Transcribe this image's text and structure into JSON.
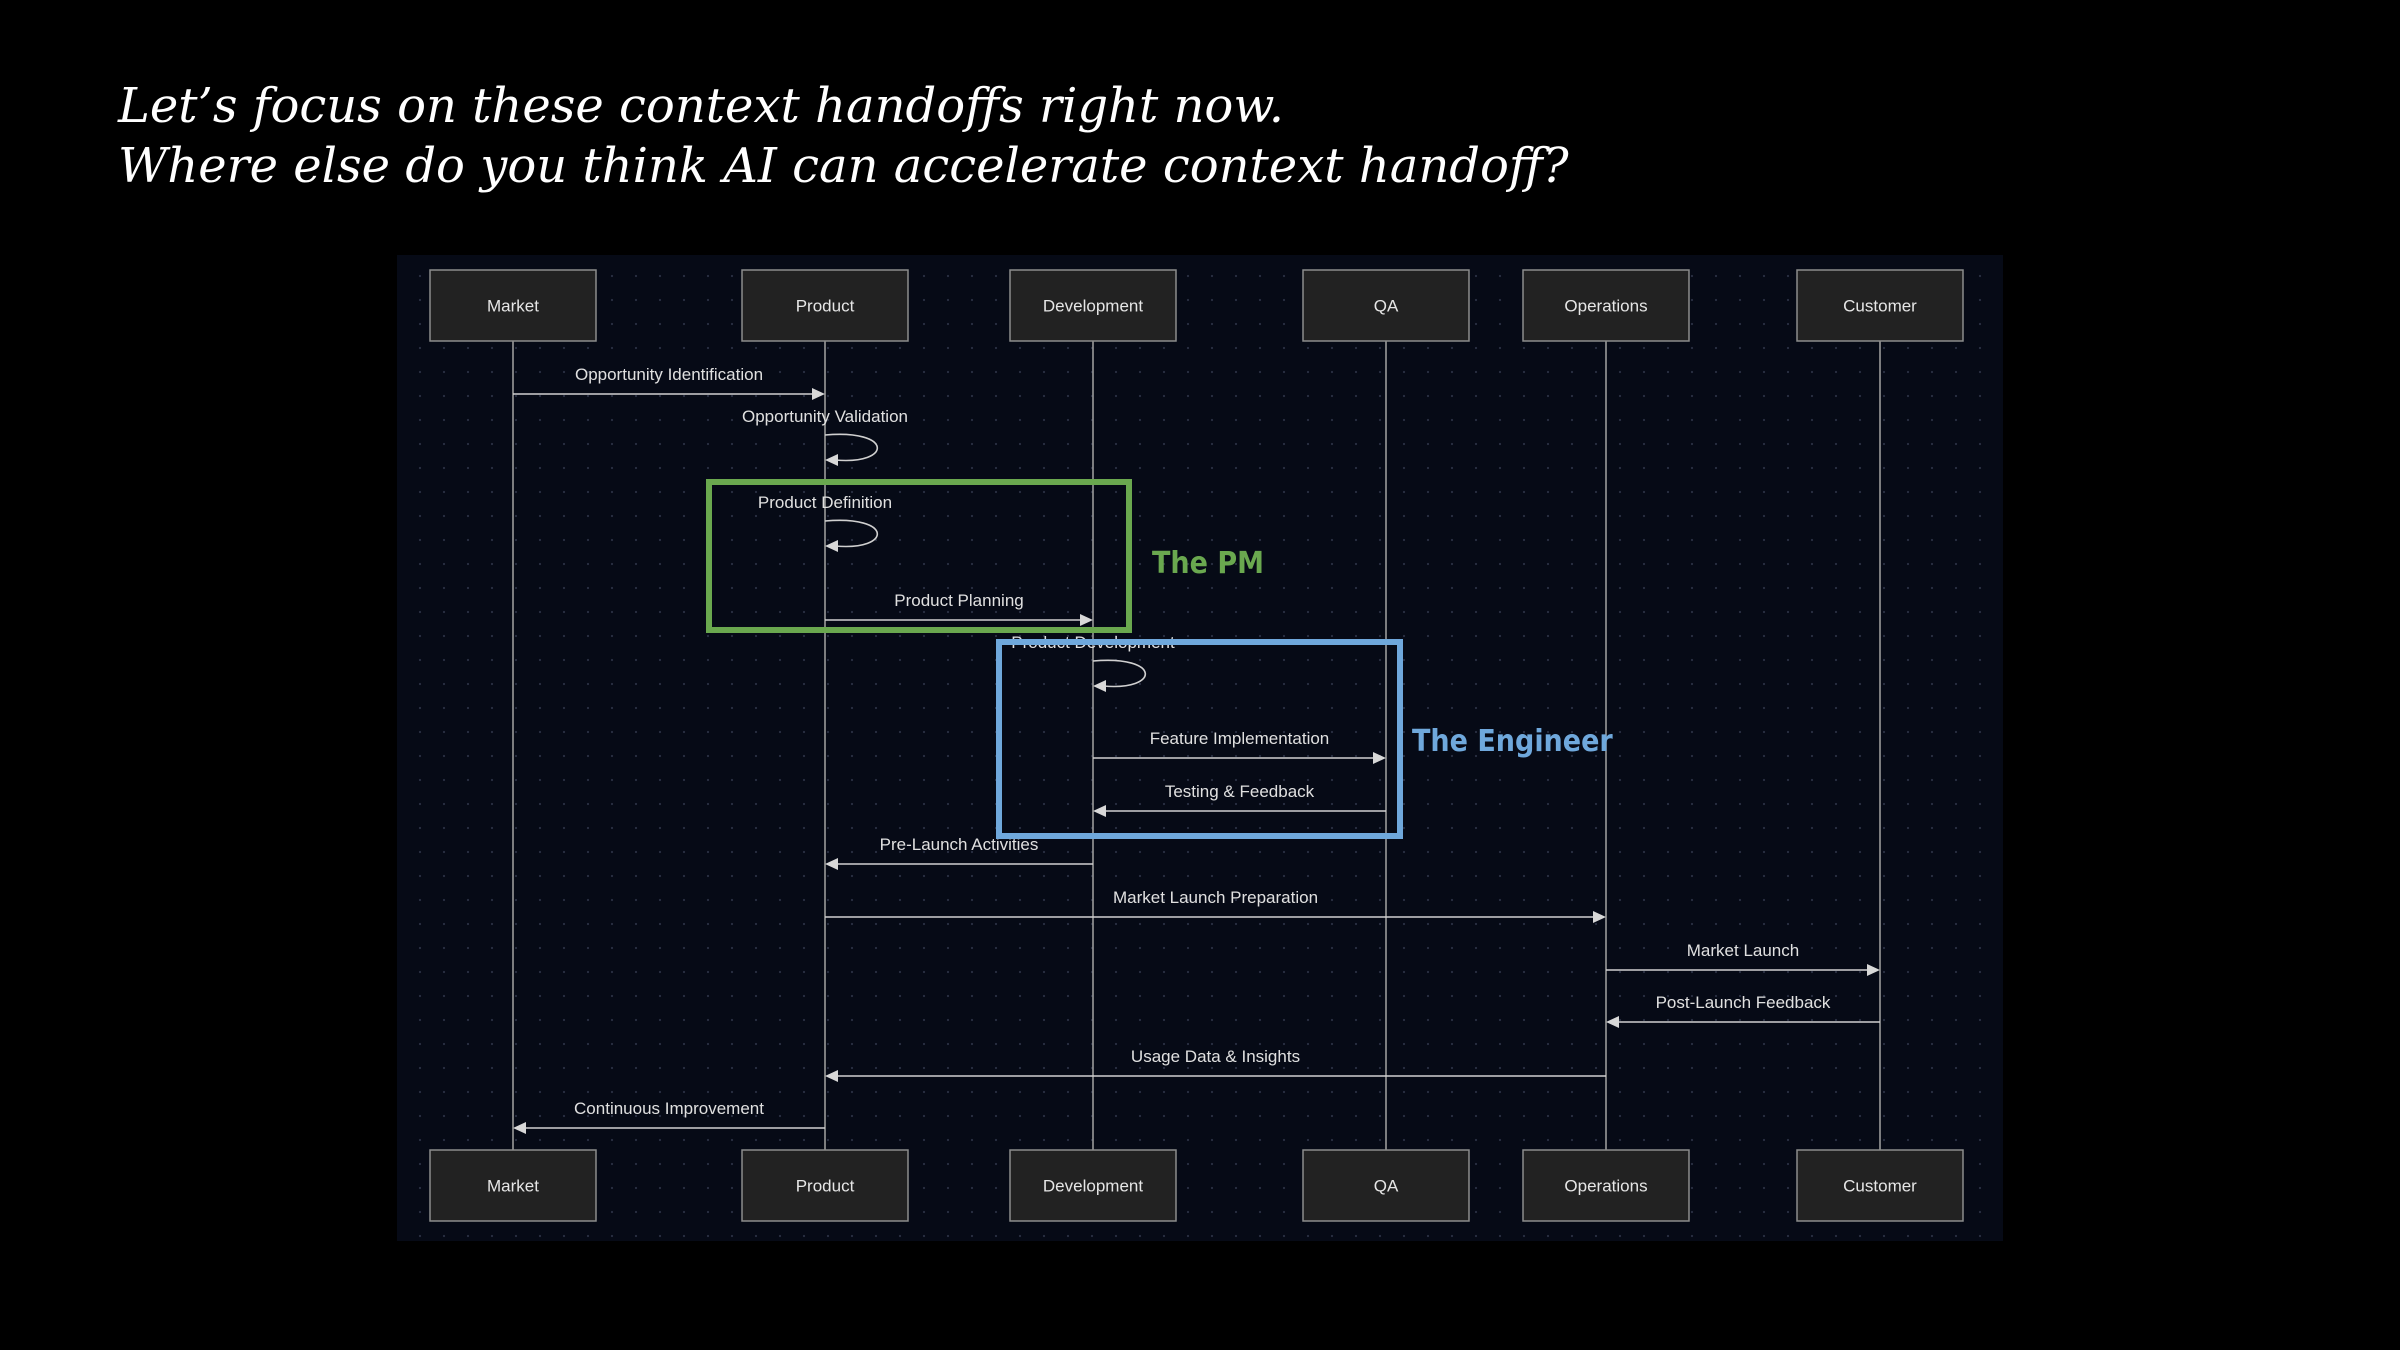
{
  "slide": {
    "title_line1": "Let’s focus on these context handoffs right now.",
    "title_line2": "Where else do you think AI can accelerate context handoff?"
  },
  "colors": {
    "background": "#000000",
    "panel": "#060a16",
    "pm_highlight": "#6aa84f",
    "engineer_highlight": "#6fa8dc"
  },
  "diagram": {
    "actors": [
      {
        "id": "market",
        "label": "Market"
      },
      {
        "id": "product",
        "label": "Product"
      },
      {
        "id": "development",
        "label": "Development"
      },
      {
        "id": "qa",
        "label": "QA"
      },
      {
        "id": "operations",
        "label": "Operations"
      },
      {
        "id": "customer",
        "label": "Customer"
      }
    ],
    "messages": [
      {
        "label": "Opportunity Identification",
        "from": "market",
        "to": "product"
      },
      {
        "label": "Opportunity Validation",
        "from": "product",
        "to": "product"
      },
      {
        "label": "Product Definition",
        "from": "product",
        "to": "product"
      },
      {
        "label": "Product Planning",
        "from": "product",
        "to": "development"
      },
      {
        "label": "Product Development",
        "from": "development",
        "to": "development"
      },
      {
        "label": "Feature Implementation",
        "from": "development",
        "to": "qa"
      },
      {
        "label": "Testing & Feedback",
        "from": "qa",
        "to": "development"
      },
      {
        "label": "Pre-Launch Activities",
        "from": "development",
        "to": "product"
      },
      {
        "label": "Market Launch Preparation",
        "from": "product",
        "to": "operations"
      },
      {
        "label": "Market Launch",
        "from": "operations",
        "to": "customer"
      },
      {
        "label": "Post-Launch Feedback",
        "from": "customer",
        "to": "operations"
      },
      {
        "label": "Usage Data & Insights",
        "from": "operations",
        "to": "product"
      },
      {
        "label": "Continuous Improvement",
        "from": "product",
        "to": "market"
      }
    ],
    "highlights": [
      {
        "id": "pm",
        "label": "The PM",
        "color": "#6aa84f"
      },
      {
        "id": "engineer",
        "label": "The Engineer",
        "color": "#6fa8dc"
      }
    ]
  }
}
